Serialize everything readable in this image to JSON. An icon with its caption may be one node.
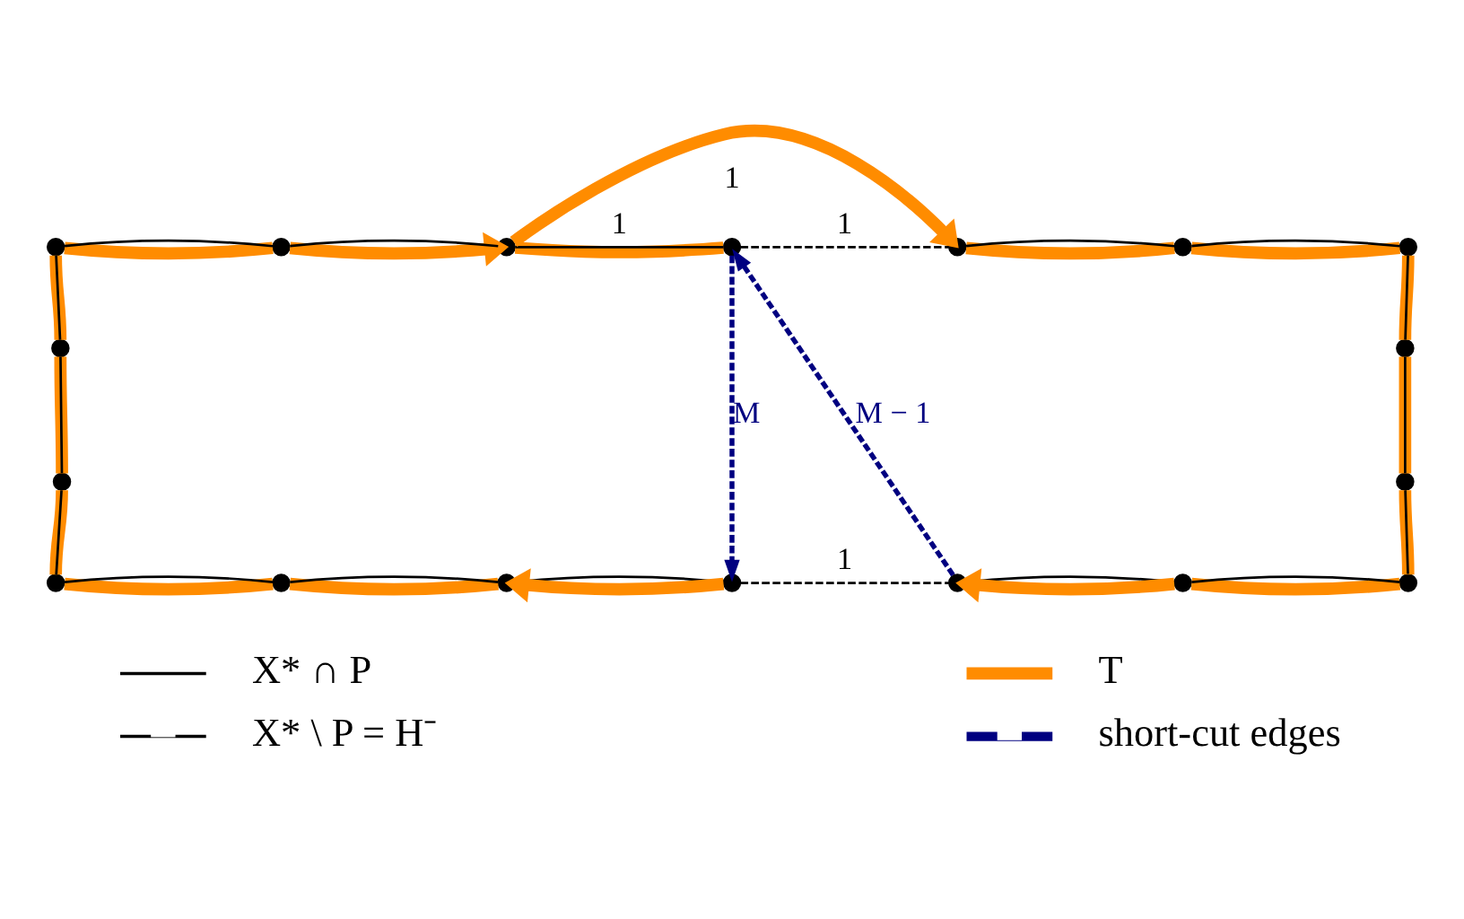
{
  "diagram": {
    "nodes": [
      {
        "text": [],
        "shape": "circle"
      },
      {
        "text": [],
        "shape": "circle"
      },
      {
        "text": [],
        "shape": "circle"
      },
      {
        "text": [],
        "shape": "circle"
      },
      {
        "text": [],
        "shape": "circle"
      },
      {
        "text": [],
        "shape": "circle"
      },
      {
        "text": [],
        "shape": "circle"
      },
      {
        "text": [],
        "shape": "circle"
      },
      {
        "text": [],
        "shape": "circle"
      },
      {
        "text": [],
        "shape": "circle"
      },
      {
        "text": [],
        "shape": "circle"
      },
      {
        "text": [],
        "shape": "circle"
      },
      {
        "text": [],
        "shape": "circle"
      },
      {
        "text": [],
        "shape": "circle"
      },
      {
        "text": [],
        "shape": "circle"
      },
      {
        "text": [],
        "shape": "circle"
      },
      {
        "text": [],
        "shape": "circle"
      },
      {
        "text": [],
        "shape": "circle"
      }
    ],
    "edges": [
      {
        "from": 0,
        "to": 1,
        "arrow": "none",
        "style": "thick",
        "color": "#ff8c00"
      },
      {
        "from": 1,
        "to": 2,
        "arrow": "to",
        "style": "thick",
        "color": "#ff8c00"
      },
      {
        "from": 2,
        "to": 3,
        "arrow": "none",
        "style": "thick",
        "color": "#ff8c00"
      },
      {
        "from": 2,
        "to": 4,
        "arrow": "to",
        "label": "1",
        "style": "thick",
        "color": "#ff8c00"
      },
      {
        "from": 4,
        "to": 5,
        "arrow": "none",
        "style": "thick",
        "color": "#ff8c00"
      },
      {
        "from": 5,
        "to": 6,
        "arrow": "none",
        "style": "thick",
        "color": "#ff8c00"
      },
      {
        "from": 6,
        "to": 8,
        "arrow": "none",
        "style": "thick",
        "color": "#ff8c00"
      },
      {
        "from": 8,
        "to": 10,
        "arrow": "none",
        "style": "thick",
        "color": "#ff8c00"
      },
      {
        "from": 10,
        "to": 17,
        "arrow": "none",
        "style": "thick",
        "color": "#ff8c00"
      },
      {
        "from": 16,
        "to": 17,
        "arrow": "none",
        "style": "thick",
        "color": "#ff8c00"
      },
      {
        "from": 16,
        "to": 15,
        "arrow": "to",
        "style": "thick",
        "color": "#ff8c00"
      },
      {
        "from": 14,
        "to": 13,
        "arrow": "to",
        "style": "thick",
        "color": "#ff8c00"
      },
      {
        "from": 12,
        "to": 13,
        "arrow": "none",
        "style": "thick",
        "color": "#ff8c00"
      },
      {
        "from": 11,
        "to": 12,
        "arrow": "none",
        "style": "thick",
        "color": "#ff8c00"
      },
      {
        "from": 9,
        "to": 11,
        "arrow": "none",
        "style": "thick",
        "color": "#ff8c00"
      },
      {
        "from": 7,
        "to": 9,
        "arrow": "none",
        "style": "thick",
        "color": "#ff8c00"
      },
      {
        "from": 0,
        "to": 7,
        "arrow": "none",
        "style": "thick",
        "color": "#ff8c00"
      },
      {
        "from": 0,
        "to": 1,
        "arrow": "none"
      },
      {
        "from": 1,
        "to": 2,
        "arrow": "none"
      },
      {
        "from": 2,
        "to": 3,
        "arrow": "none",
        "label": "1"
      },
      {
        "from": 3,
        "to": 4,
        "arrow": "none",
        "label": "1",
        "style": "dashed"
      },
      {
        "from": 4,
        "to": 5,
        "arrow": "none"
      },
      {
        "from": 5,
        "to": 6,
        "arrow": "none"
      },
      {
        "from": 6,
        "to": 8,
        "arrow": "none"
      },
      {
        "from": 8,
        "to": 10,
        "arrow": "none"
      },
      {
        "from": 10,
        "to": 17,
        "arrow": "none"
      },
      {
        "from": 16,
        "to": 17,
        "arrow": "none"
      },
      {
        "from": 15,
        "to": 16,
        "arrow": "none"
      },
      {
        "from": 14,
        "to": 15,
        "arrow": "none",
        "label": "1",
        "style": "dashed"
      },
      {
        "from": 13,
        "to": 14,
        "arrow": "none"
      },
      {
        "from": 12,
        "to": 13,
        "arrow": "none"
      },
      {
        "from": 11,
        "to": 12,
        "arrow": "none"
      },
      {
        "from": 9,
        "to": 11,
        "arrow": "none"
      },
      {
        "from": 7,
        "to": 9,
        "arrow": "none"
      },
      {
        "from": 0,
        "to": 7,
        "arrow": "none"
      },
      {
        "from": 3,
        "to": 14,
        "arrow": "to",
        "label": "M",
        "style": "dashed",
        "color": "#000080"
      },
      {
        "from": 15,
        "to": 3,
        "arrow": "to",
        "label": "M − 1",
        "style": "dashed",
        "color": "#000080"
      }
    ],
    "legend": [
      {
        "text": "X* ∩ P",
        "color": "#000000"
      },
      {
        "text": "T",
        "color": "#ff8c00"
      },
      {
        "text": "X* \\ P = H⁻",
        "color": "#000000"
      },
      {
        "text": "short-cut edges",
        "color": "#000080"
      }
    ]
  }
}
